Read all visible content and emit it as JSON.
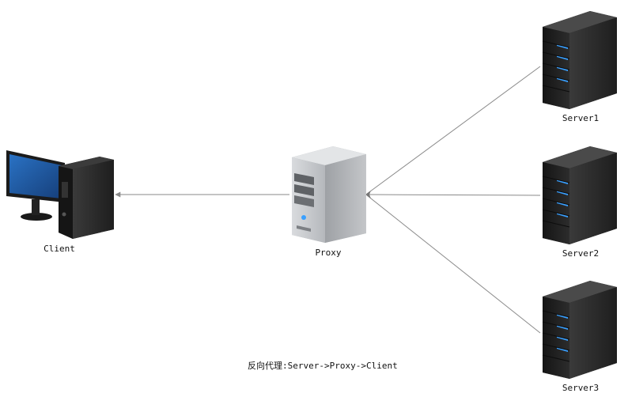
{
  "nodes": {
    "client": {
      "label": "Client",
      "icon": "desktop-computer-icon"
    },
    "proxy": {
      "label": "Proxy",
      "icon": "tower-server-icon"
    },
    "server1": {
      "label": "Server1",
      "icon": "rack-server-icon"
    },
    "server2": {
      "label": "Server2",
      "icon": "rack-server-icon"
    },
    "server3": {
      "label": "Server3",
      "icon": "rack-server-icon"
    }
  },
  "caption": "反向代理:Server->Proxy->Client",
  "colors": {
    "connector": "#8a8a8a",
    "server_body": "#2b2b2b",
    "server_led": "#3aa0ff",
    "proxy_body": "#c9cbce",
    "screen": "#1f5fa8"
  }
}
